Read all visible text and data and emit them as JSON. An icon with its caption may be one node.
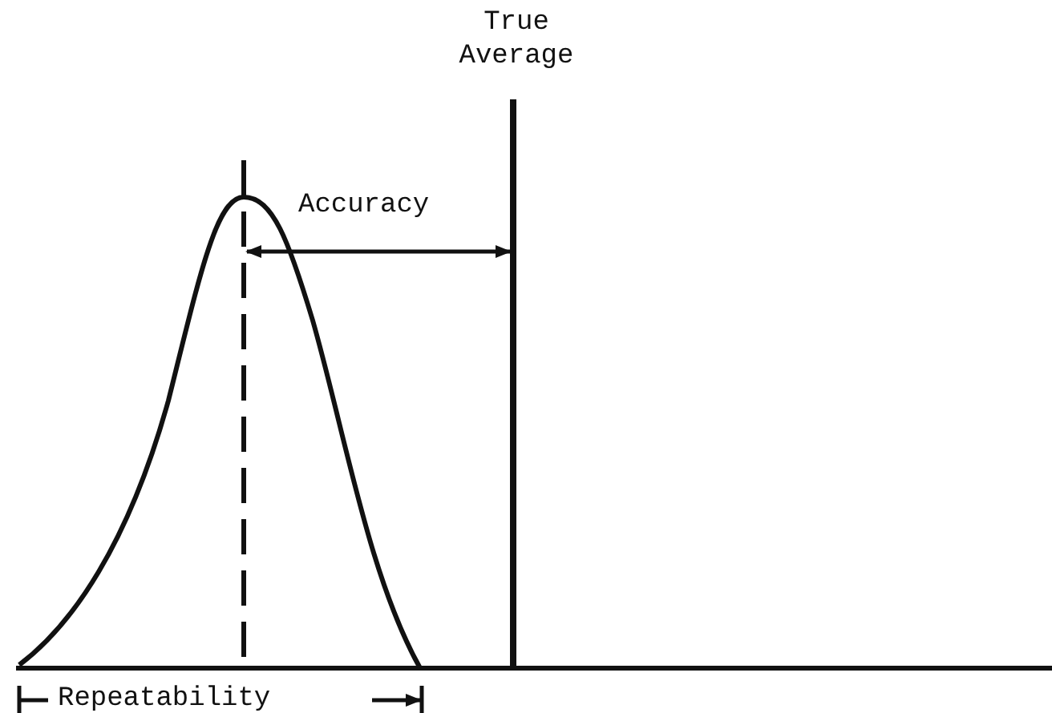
{
  "diagram": {
    "labels": [
      "True Average",
      "Accuracy",
      "Repeatability"
    ]
  }
}
